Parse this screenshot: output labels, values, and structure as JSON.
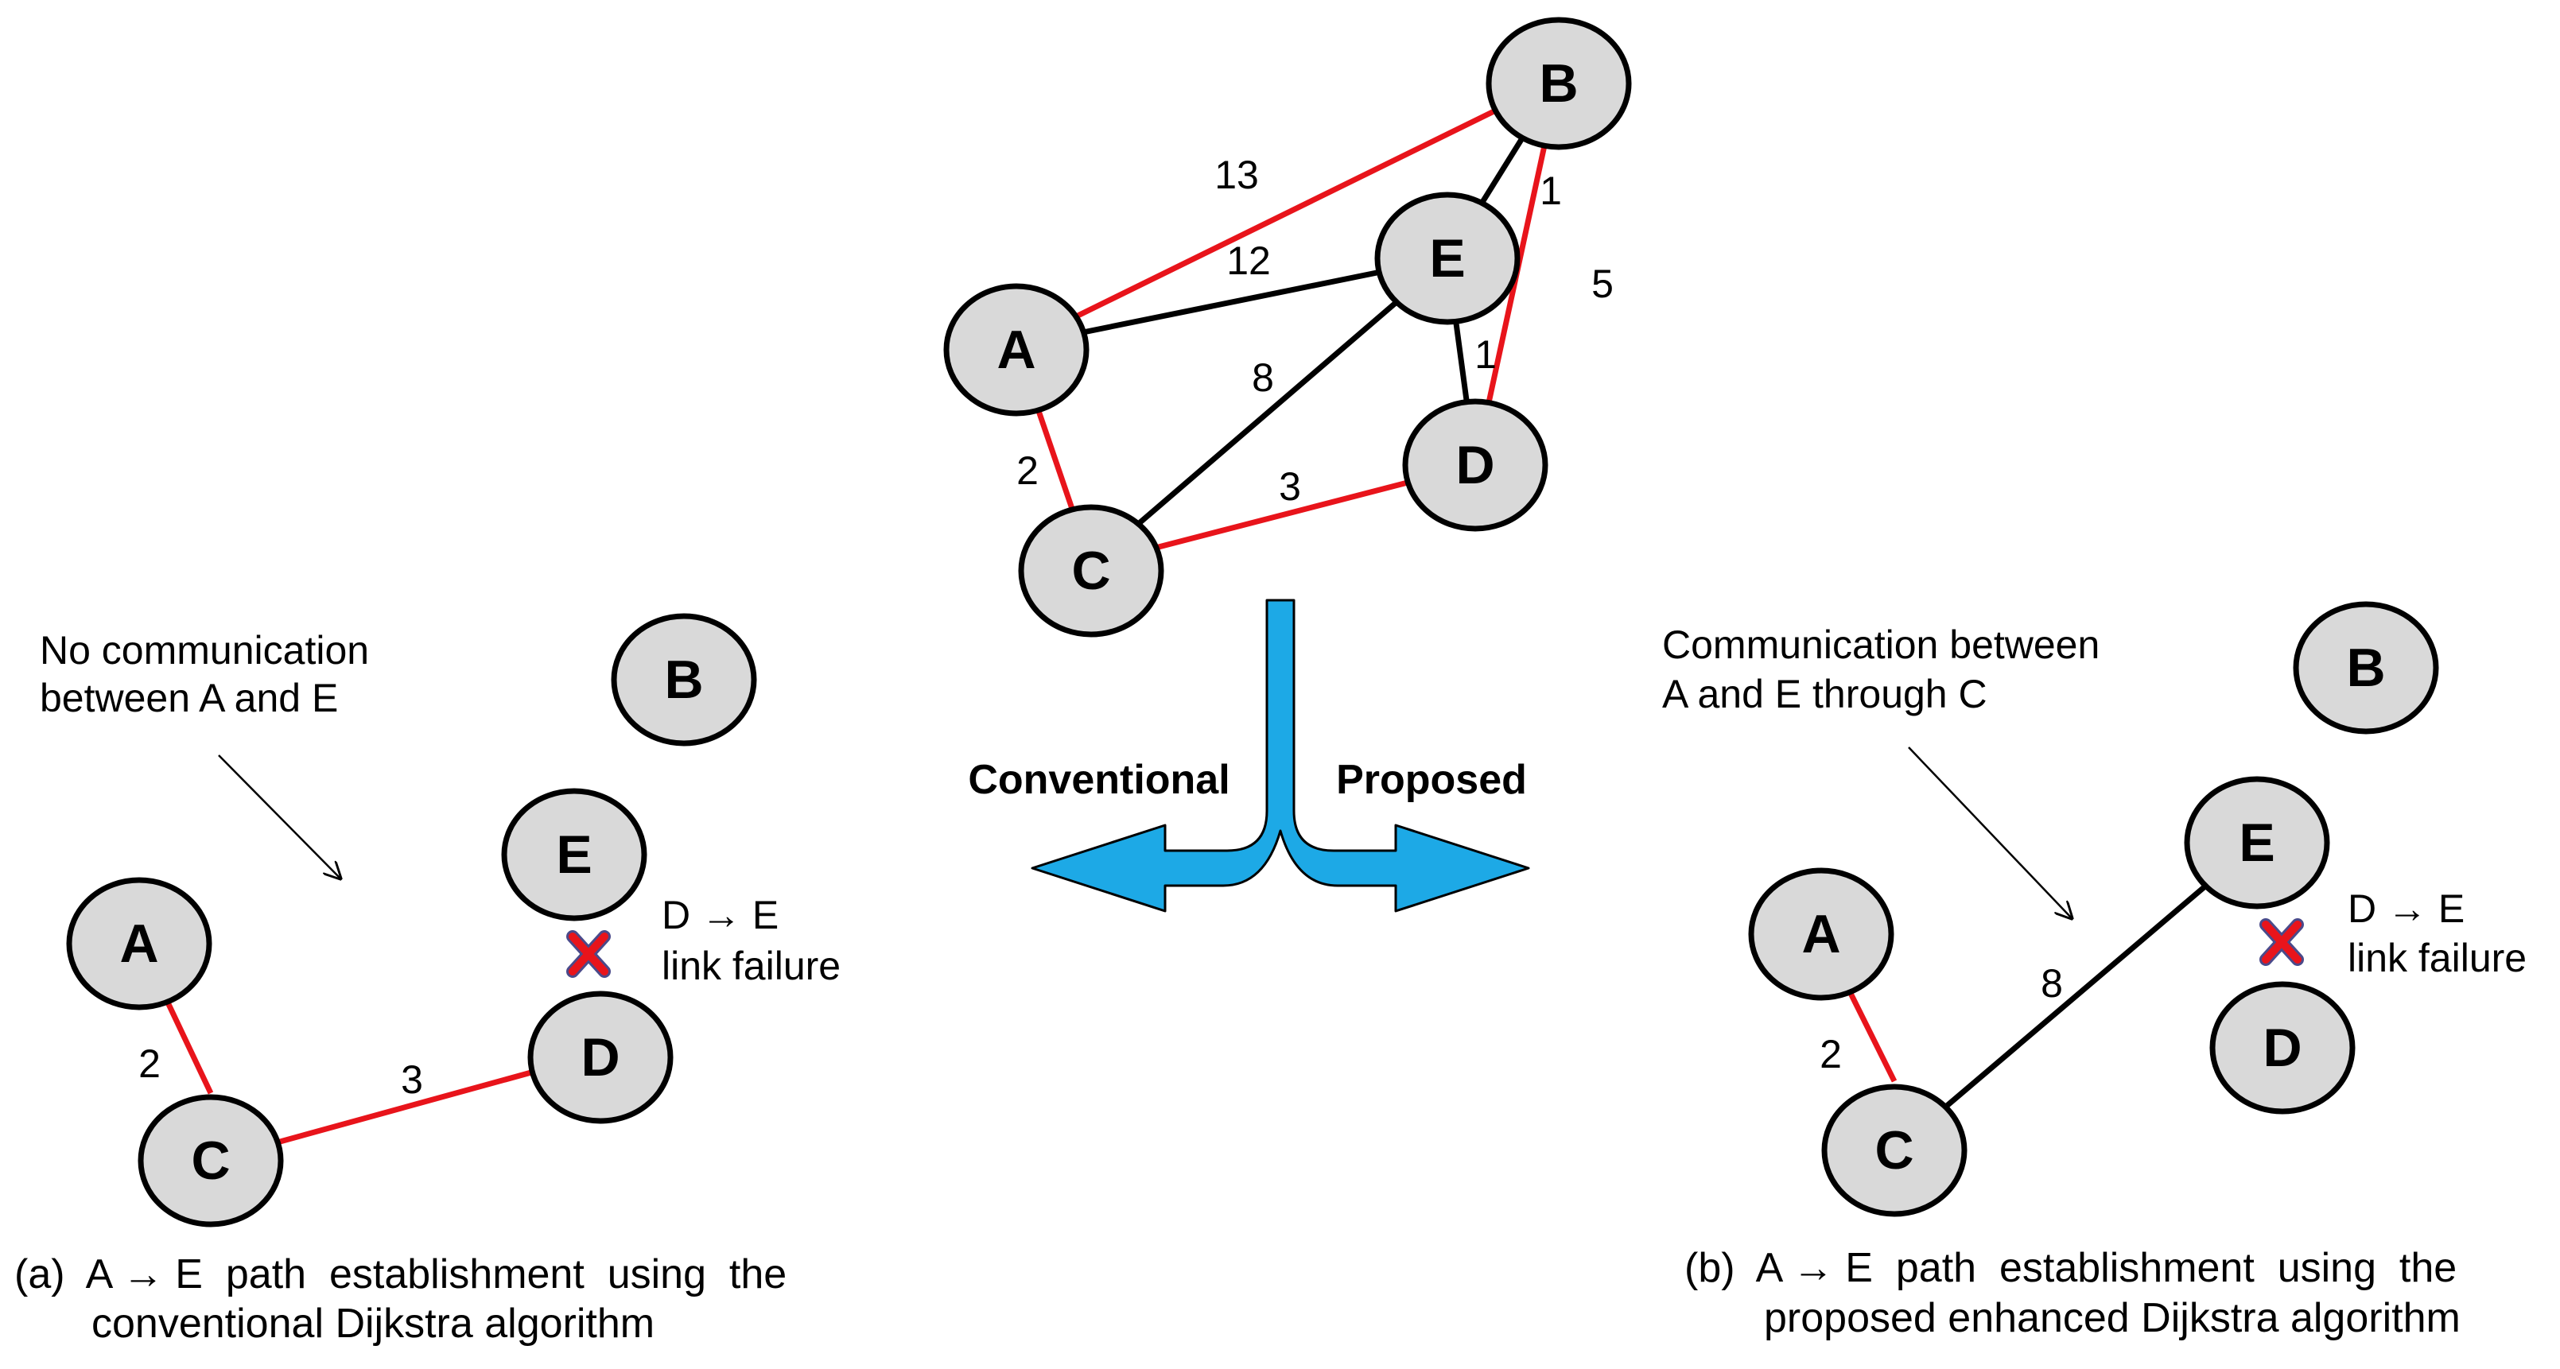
{
  "colors": {
    "primary_edge": "#e8141b",
    "normal_edge": "#000000",
    "node_fill": "#d9d9d9",
    "split_arrow": "#1da9e6",
    "fail_mark": "#e8141b"
  },
  "top_graph": {
    "nodes": {
      "A": "A",
      "B": "B",
      "C": "C",
      "D": "D",
      "E": "E"
    },
    "weights": {
      "AB": "13",
      "AE": "12",
      "AC": "2",
      "CE": "8",
      "CD": "3",
      "BE": "1",
      "ED": "1",
      "BD": "5"
    }
  },
  "split_arrow": {
    "left_label": "Conventional",
    "right_label": "Proposed"
  },
  "left_panel": {
    "note_line1": "No communication",
    "note_line2": "between A and E",
    "nodes": {
      "A": "A",
      "B": "B",
      "C": "C",
      "D": "D",
      "E": "E"
    },
    "weights": {
      "AC": "2",
      "CD": "3"
    },
    "failure_line1": "D → E",
    "failure_line2": "link failure",
    "caption_line1": "(a)  A → E  path  establishment  using  the",
    "caption_line2": "conventional Dijkstra algorithm"
  },
  "right_panel": {
    "note_line1": "Communication between",
    "note_line2": "A and E through C",
    "nodes": {
      "A": "A",
      "B": "B",
      "C": "C",
      "D": "D",
      "E": "E"
    },
    "weights": {
      "AC": "2",
      "CE": "8"
    },
    "failure_line1": "D → E",
    "failure_line2": "link failure",
    "caption_line1": "(b)  A → E  path  establishment  using  the",
    "caption_line2": "proposed enhanced Dijkstra algorithm"
  }
}
